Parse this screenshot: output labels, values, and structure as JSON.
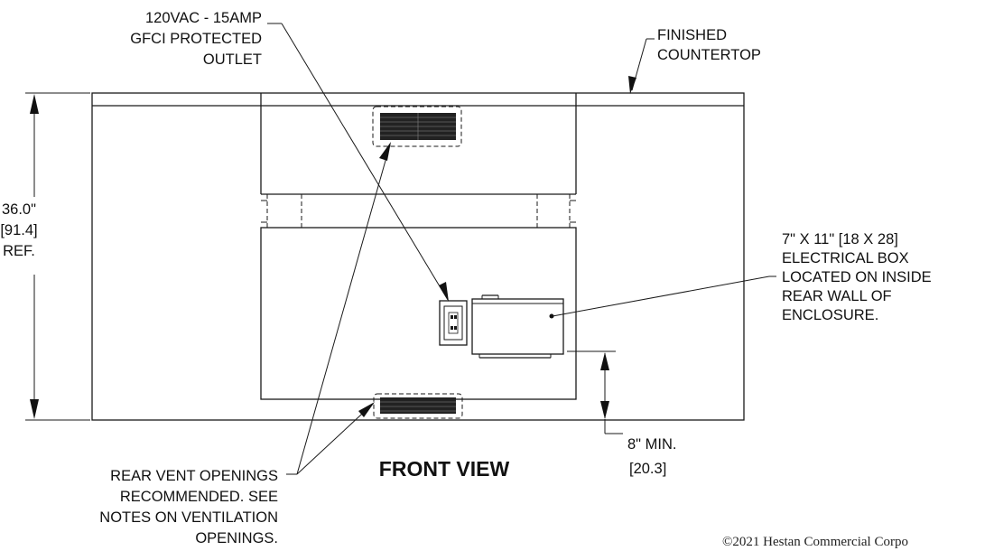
{
  "labels": {
    "outlet": [
      "120VAC - 15AMP",
      "GFCI PROTECTED",
      "OUTLET"
    ],
    "countertop": [
      "FINISHED",
      "COUNTERTOP"
    ],
    "height": [
      "36.0\"",
      "[91.4]",
      "REF."
    ],
    "electrical_box": [
      "7\" X 11\" [18 X 28]",
      "ELECTRICAL BOX",
      "LOCATED ON INSIDE",
      "REAR WALL OF",
      "ENCLOSURE."
    ],
    "min_height": [
      "8\" MIN.",
      "[20.3]"
    ],
    "vents": [
      "REAR VENT OPENINGS",
      "RECOMMENDED.  SEE",
      "NOTES ON VENTILATION",
      "OPENINGS."
    ],
    "title": "FRONT VIEW",
    "copyright": "©2021 Hestan Commercial Corpo"
  },
  "colors": {
    "line": "#1a1a1a",
    "background": "#ffffff"
  }
}
